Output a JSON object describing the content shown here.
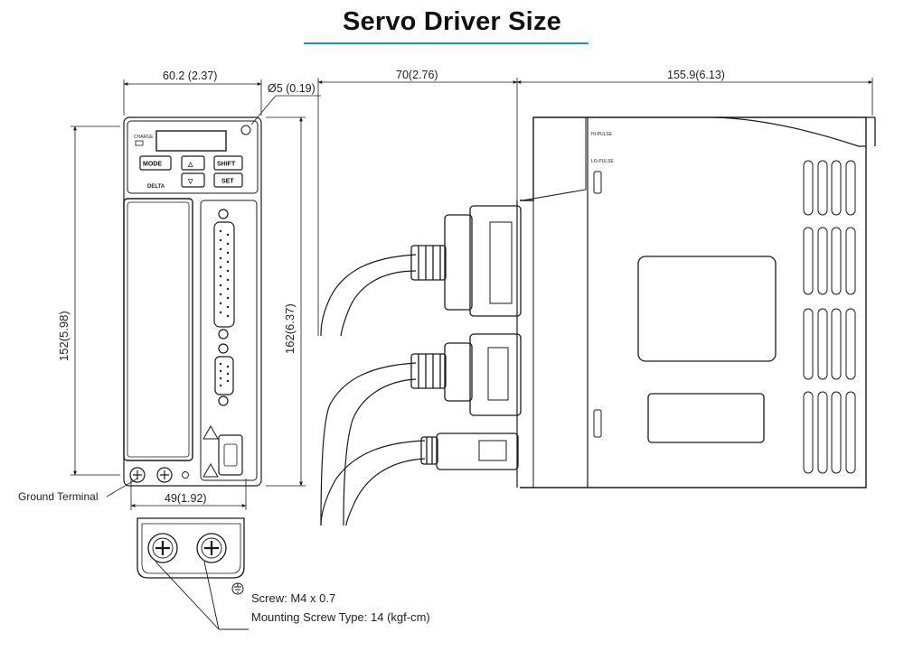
{
  "title": "Servo Driver Size",
  "colors": {
    "title_underline": "#1f8fd2",
    "line": "#1a1a1a",
    "background": "#ffffff"
  },
  "dimensions": {
    "width_overall": "60.2 (2.37)",
    "hole_diameter": "Ø5 (0.19)",
    "height_mount": "152(5.98)",
    "height_overall": "162(6.37)",
    "mount_width": "49(1.92)",
    "connector_depth": "70(2.76)",
    "body_depth": "155.9(6.13)"
  },
  "labels": {
    "ground_terminal": "Ground Terminal",
    "screw": "Screw: M4 x 0.7",
    "mounting_screw": "Mounting Screw Type: 14 (kgf-cm)"
  },
  "panel": {
    "btn_mode": "MODE",
    "btn_up": "△",
    "btn_shift": "SHIFT",
    "btn_down": "▽",
    "btn_set": "SET",
    "charge": "CHARGE",
    "brand": "DELTA"
  },
  "side_labels": {
    "hi_pulse": "HI-PULSE",
    "lo_pulse": "LO-PULSE"
  },
  "icons": [
    "ground-symbol-icon",
    "screw-head-icon",
    "warning-triangle-icon"
  ]
}
